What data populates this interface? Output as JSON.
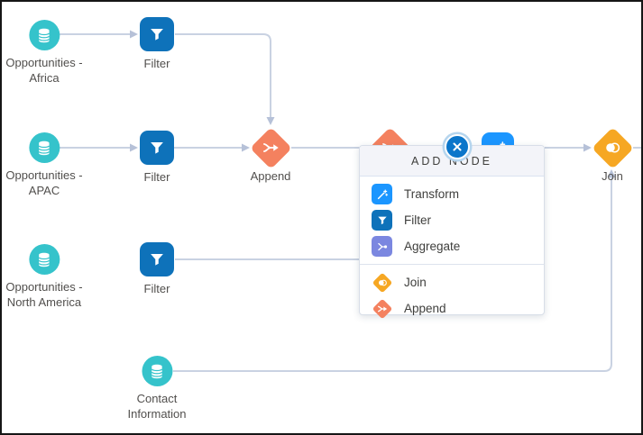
{
  "colors": {
    "dataset_teal": "#35c3cb",
    "filter_blue": "#0e72ba",
    "transform_blue": "#1b96ff",
    "aggregate_indigo": "#7b87e0",
    "join_amber": "#f6a723",
    "append_orange": "#f4815f",
    "close_button_blue": "#0b76ca",
    "connector_gray": "#c9d2e2"
  },
  "icons": {
    "dataset": "database-icon",
    "filter": "funnel-icon",
    "append": "merge-arrow-icon",
    "join": "venn-icon",
    "transform": "magic-wand-icon",
    "aggregate": "aggregate-icon",
    "close": "close-icon"
  },
  "canvas": {
    "nodes": [
      {
        "id": "source-africa",
        "type": "dataset",
        "label1": "Opportunities -",
        "label2": "Africa"
      },
      {
        "id": "filter-1",
        "type": "filter",
        "label1": "Filter"
      },
      {
        "id": "source-apac",
        "type": "dataset",
        "label1": "Opportunities -",
        "label2": "APAC"
      },
      {
        "id": "filter-2",
        "type": "filter",
        "label1": "Filter"
      },
      {
        "id": "append-1",
        "type": "append",
        "label1": "Append"
      },
      {
        "id": "join-1",
        "type": "join",
        "label1": "Join"
      },
      {
        "id": "source-north-america",
        "type": "dataset",
        "label1": "Opportunities -",
        "label2": "North America"
      },
      {
        "id": "filter-3",
        "type": "filter",
        "label1": "Filter"
      },
      {
        "id": "source-contact",
        "type": "dataset",
        "label1": "Contact",
        "label2": "Information"
      }
    ]
  },
  "popup": {
    "title": "ADD NODE",
    "sections": [
      {
        "items": [
          {
            "label": "Transform"
          },
          {
            "label": "Filter"
          },
          {
            "label": "Aggregate"
          }
        ]
      },
      {
        "items": [
          {
            "label": "Join"
          },
          {
            "label": "Append"
          }
        ]
      }
    ]
  }
}
